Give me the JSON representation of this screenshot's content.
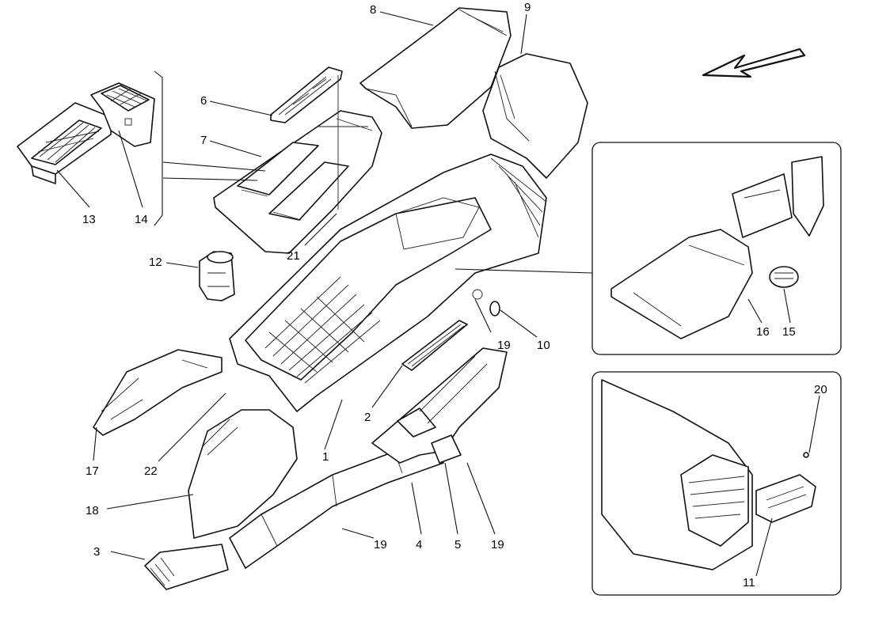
{
  "callouts": [
    {
      "id": "c1",
      "text": "1"
    },
    {
      "id": "c2",
      "text": "2"
    },
    {
      "id": "c3",
      "text": "3"
    },
    {
      "id": "c4",
      "text": "4"
    },
    {
      "id": "c5",
      "text": "5"
    },
    {
      "id": "c6",
      "text": "6"
    },
    {
      "id": "c7",
      "text": "7"
    },
    {
      "id": "c8",
      "text": "8"
    },
    {
      "id": "c9",
      "text": "9"
    },
    {
      "id": "c10",
      "text": "10"
    },
    {
      "id": "c11",
      "text": "11"
    },
    {
      "id": "c12",
      "text": "12"
    },
    {
      "id": "c13",
      "text": "13"
    },
    {
      "id": "c14",
      "text": "14"
    },
    {
      "id": "c15",
      "text": "15"
    },
    {
      "id": "c16",
      "text": "16"
    },
    {
      "id": "c17",
      "text": "17"
    },
    {
      "id": "c18",
      "text": "18"
    },
    {
      "id": "c19a",
      "text": "19"
    },
    {
      "id": "c19b",
      "text": "19"
    },
    {
      "id": "c19c",
      "text": "19"
    },
    {
      "id": "c20",
      "text": "20"
    },
    {
      "id": "c21",
      "text": "21"
    },
    {
      "id": "c22",
      "text": "22"
    }
  ]
}
